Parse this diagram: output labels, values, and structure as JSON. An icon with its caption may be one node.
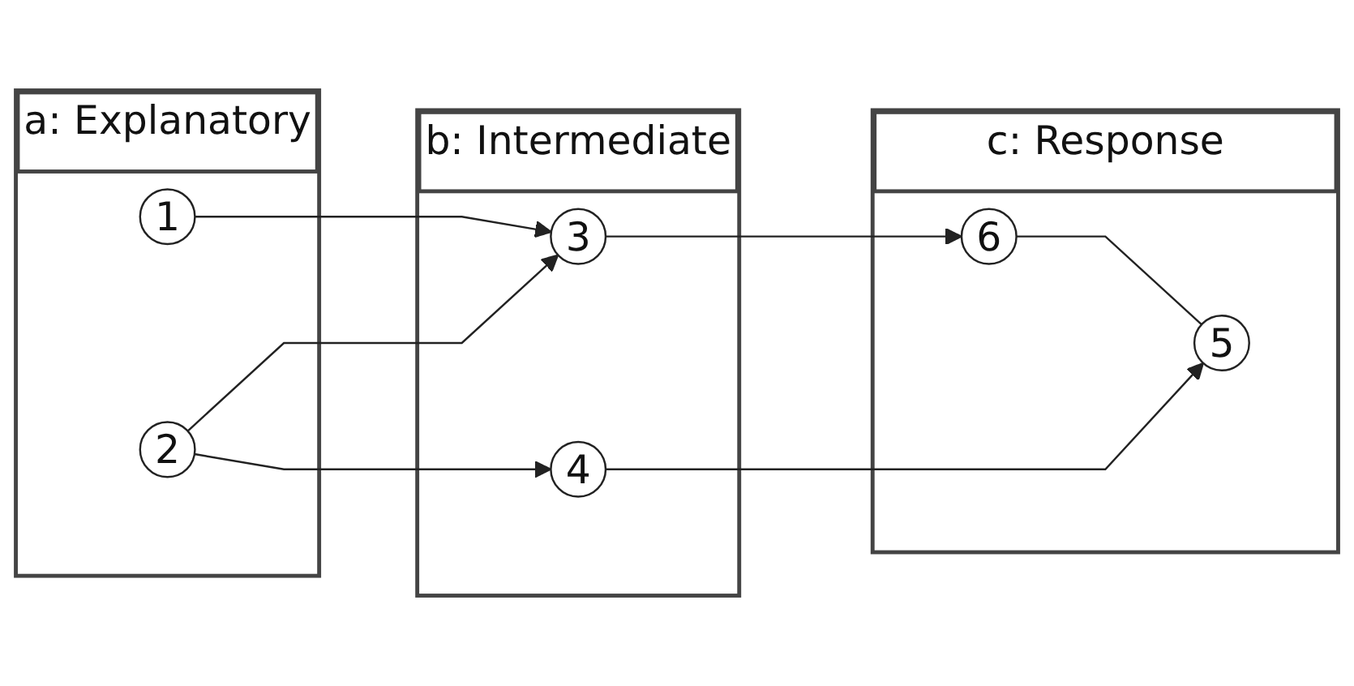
{
  "diagram": {
    "nodes": [
      {
        "text": [
          "a: Explanatory"
        ]
      },
      {
        "text": [
          "1"
        ],
        "in": 0
      },
      {
        "text": [
          "2"
        ],
        "in": 0
      },
      {
        "text": [
          "b: Intermediate"
        ]
      },
      {
        "text": [
          "3"
        ],
        "in": 3
      },
      {
        "text": [
          "4"
        ],
        "in": 3
      },
      {
        "text": [
          "c: Response"
        ]
      },
      {
        "text": [
          "6"
        ],
        "in": 6
      },
      {
        "text": [
          "5"
        ],
        "in": 6
      }
    ],
    "edges": [
      {
        "from": 1,
        "to": 4,
        "arrow": "to"
      },
      {
        "from": 2,
        "to": 4,
        "arrow": "to"
      },
      {
        "from": 2,
        "to": 5,
        "arrow": "to"
      },
      {
        "from": 4,
        "to": 7,
        "arrow": "to"
      },
      {
        "from": 5,
        "to": 8,
        "arrow": "to"
      },
      {
        "from": 7,
        "to": 8,
        "arrow": "none"
      }
    ]
  }
}
